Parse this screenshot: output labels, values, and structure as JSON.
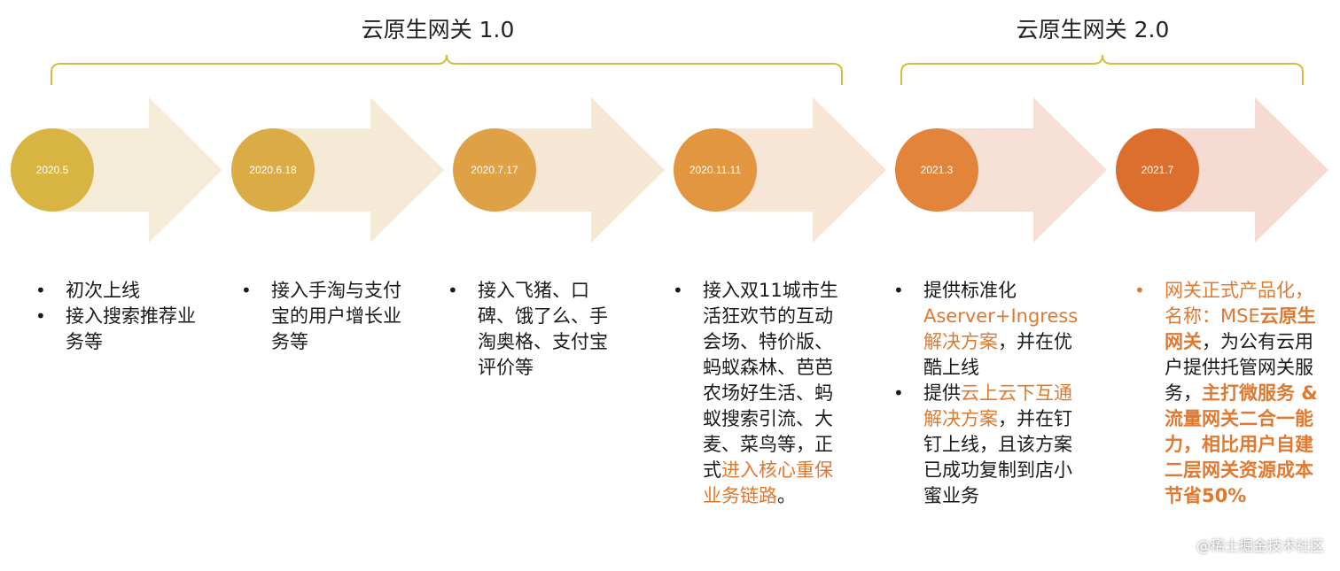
{
  "phases": [
    {
      "title": "云原生网关 1.0"
    },
    {
      "title": "云原生网关 2.0"
    }
  ],
  "milestones": [
    {
      "date": "2020.5",
      "circle_color": "#d8b443",
      "arrow_color": "#f4ecd6",
      "bullets": [
        [
          {
            "t": "初次上线"
          }
        ],
        [
          {
            "t": "接入搜索推荐业务等"
          }
        ]
      ]
    },
    {
      "date": "2020.6.18",
      "circle_color": "#dbab45",
      "arrow_color": "#f5ead5",
      "bullets": [
        [
          {
            "t": "接入手淘与支付宝的用户增长业务等"
          }
        ]
      ]
    },
    {
      "date": "2020.7.17",
      "circle_color": "#dfa146",
      "arrow_color": "#f6e7d4",
      "bullets": [
        [
          {
            "t": "接入飞猪、口碑、饿了么、手淘奥格、支付宝评价等"
          }
        ]
      ]
    },
    {
      "date": "2020.11.11",
      "circle_color": "#e2963f",
      "arrow_color": "#f7e5d6",
      "bullets": [
        [
          {
            "t": "接入双11城市生活狂欢节的互动会场、特价版、蚂蚁森林、芭芭农场好生活、蚂蚁搜索引流、大麦、菜鸟等，正式"
          },
          {
            "t": "进入核心重保业务链路",
            "s": "hl"
          },
          {
            "t": "。"
          }
        ]
      ]
    },
    {
      "date": "2021.3",
      "circle_color": "#e2843a",
      "arrow_color": "#f6e0d5",
      "bullets": [
        [
          {
            "t": "提供标准化"
          },
          {
            "t": "Aserver+Ingress解决方案",
            "s": "hl"
          },
          {
            "t": "，并在优酷上线"
          }
        ],
        [
          {
            "t": "提供"
          },
          {
            "t": "云上云下互通解决方案",
            "s": "hl"
          },
          {
            "t": "，并在钉钉上线，且该方案已成功复制到店小蜜业务"
          }
        ]
      ]
    },
    {
      "date": "2021.7",
      "circle_color": "#dd6f2e",
      "arrow_color": "#f5dbd2",
      "bullets": [
        [
          {
            "t": "网关正式产品化，名称：MSE",
            "s": "hl"
          },
          {
            "t": "云原生网关",
            "s": "hlb"
          },
          {
            "t": "，为公有云用户提供托管网关服务，"
          },
          {
            "t": "主打微服务 & 流量网关二合一能力，相比用户自建二层网关资源成本节省50%",
            "s": "hlb"
          }
        ]
      ]
    }
  ],
  "bracket_color": "#d8bc42",
  "highlight_color": "#e0792f",
  "watermark": "@稀土掘金技术社区"
}
